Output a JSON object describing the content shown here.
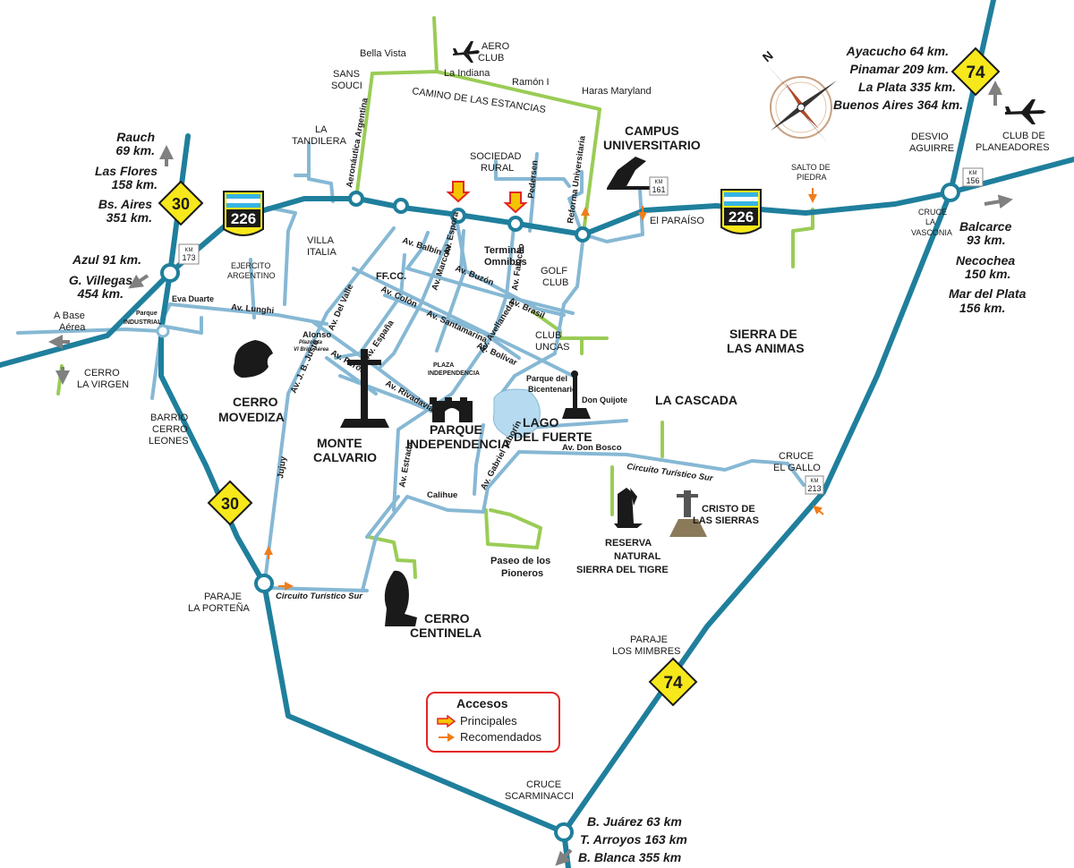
{
  "routes": {
    "r226": "226",
    "r30": "30",
    "r74": "74"
  },
  "km_markers": {
    "km173": "173",
    "km161": "161",
    "km156": "156",
    "km213": "213",
    "prefix": "KM"
  },
  "distances": {
    "north_west": [
      "Rauch",
      "69 km.",
      "Las Flores",
      "158 km.",
      "Bs. Aires",
      "351 km."
    ],
    "west": [
      "Azul 91 km.",
      "G. Villegas",
      "454 km."
    ],
    "north_east": [
      "Ayacucho 64 km.",
      "Pinamar 209 km.",
      "La Plata 335 km.",
      "Buenos Aires 364 km."
    ],
    "east": [
      "Balcarce",
      "93 km.",
      "Necochea",
      "150 km.",
      "Mar del Plata",
      "156 km."
    ],
    "south": [
      "B. Juárez 63 km",
      "T. Arroyos 163 km",
      "B. Blanca 355 km"
    ]
  },
  "places": {
    "bella_vista": "Bella Vista",
    "aero_club": [
      "AERO",
      "CLUB"
    ],
    "la_indiana": "La Indiana",
    "ramon": "Ramón I",
    "haras": "Haras Maryland",
    "sans_souci": [
      "SANS",
      "SOUCI"
    ],
    "camino": "CAMINO DE LAS ESTANCIAS",
    "la_tandilera": [
      "LA",
      "TANDILERA"
    ],
    "sociedad_rural": [
      "SOCIEDAD",
      "RURAL"
    ],
    "campus": [
      "CAMPUS",
      "UNIVERSITARIO"
    ],
    "desvio": [
      "DESVIO",
      "AGUIRRE"
    ],
    "club_planeadores": [
      "CLUB DE",
      "PLANEADORES"
    ],
    "salto": [
      "SALTO DE",
      "PIEDRA"
    ],
    "el_paraiso": "El PARAÍSO",
    "cruce_vasconia": [
      "CRUCE",
      "LA",
      "VASCONIA"
    ],
    "villa_italia": [
      "VILLA",
      "ITALIA"
    ],
    "ejercito": [
      "EJERCITO",
      "ARGENTINO"
    ],
    "ffcc": "FF.CC.",
    "terminal": [
      "Terminal",
      "Omnibus"
    ],
    "golf": [
      "GOLF",
      "CLUB"
    ],
    "a_base_aerea": [
      "A Base",
      "Aérea"
    ],
    "parque_industrial": [
      "Parque",
      "INDUSTRIAL"
    ],
    "eva_duarte": "Eva Duarte",
    "plazoleta": [
      "Plazoleta",
      "VI Brig. Aérea"
    ],
    "cerro_virgen": [
      "CERRO",
      "LA VIRGEN"
    ],
    "club_uncas": [
      "CLUB",
      "UNCAS"
    ],
    "sierra_animas": [
      "SIERRA DE",
      "LAS ANIMAS"
    ],
    "plaza_indep": [
      "PLAZA",
      "INDEPENDENCIA"
    ],
    "parque_bicentenario": [
      "Parque del",
      "Bicentenario"
    ],
    "don_quijote": "Don Quijote",
    "la_cascada": "LA CASCADA",
    "cerro_movediza": [
      "CERRO",
      "MOVEDIZA"
    ],
    "barrio_cerro_leones": [
      "BARRIO",
      "CERRO",
      "LEONES"
    ],
    "monte_calvario": [
      "MONTE",
      "CALVARIO"
    ],
    "parque_indep": [
      "PARQUE",
      "INDEPENDENCIA"
    ],
    "lago_fuerte": [
      "LAGO",
      "DEL FUERTE"
    ],
    "cruce_gallo": [
      "CRUCE",
      "EL GALLO"
    ],
    "cristo": [
      "CRISTO DE",
      "LAS SIERRAS"
    ],
    "reserva": [
      "RESERVA",
      "NATURAL",
      "SIERRA DEL TIGRE"
    ],
    "paseo_pioneros": [
      "Paseo de los",
      "Pioneros"
    ],
    "paraje_portena": [
      "PARAJE",
      "LA PORTEÑA"
    ],
    "cerro_centinela": [
      "CERRO",
      "CENTINELA"
    ],
    "paraje_mimbres": [
      "PARAJE",
      "LOS MIMBRES"
    ],
    "cruce_scarminacci": [
      "CRUCE",
      "SCARMINACCI"
    ]
  },
  "streets": {
    "aeronautica": "Aeronáutica Argentina",
    "reforma": "Reforma Universitaria",
    "pedersen": "Pedersen",
    "balbin": "Av. Balbín",
    "espora": "Av. Espora",
    "marconi": "Av. Marconi",
    "buzon": "Av. Buzón",
    "falucho": "Av. Falucho",
    "colon": "Av. Colón",
    "santamarina": "Av. Santamarina",
    "brasil": "Av. Brasil",
    "avellaneda": "Av. Avellaneda",
    "bolivar": "Av. Bolívar",
    "lunghi": "Av. Lunghi",
    "del_valle": "Av. Del Valle",
    "alonso": "Alonso",
    "justo": "Av. J. B. Justo",
    "peron": "Av. Perón",
    "espana": "Av. España",
    "rivadavia": "Av. Rivadavia",
    "estrada": "Av. Estrada",
    "taborin": "Av. Gabriel Taborín",
    "calihue": "Calihue",
    "don_bosco": "Av. Don Bosco",
    "circuito_sur_e": "Circuito Turístico Sur",
    "circuito_sur_w": "Circuito Turístico Sur",
    "jujuy": "Jujuy"
  },
  "legend": {
    "title": "Accesos",
    "principal": "Principales",
    "recomendado": "Recomendados",
    "principal_color": "#f5c400",
    "principal_outline": "#e32626",
    "recomendado_color": "#f07d1a"
  },
  "colors": {
    "main_road": "#1f7f9c",
    "secondary_road": "#86b8d4",
    "green_road": "#9acc56",
    "route_shield": "#f7e81b",
    "national_shield_blue": "#36b4e5"
  },
  "compass": "north-rose"
}
